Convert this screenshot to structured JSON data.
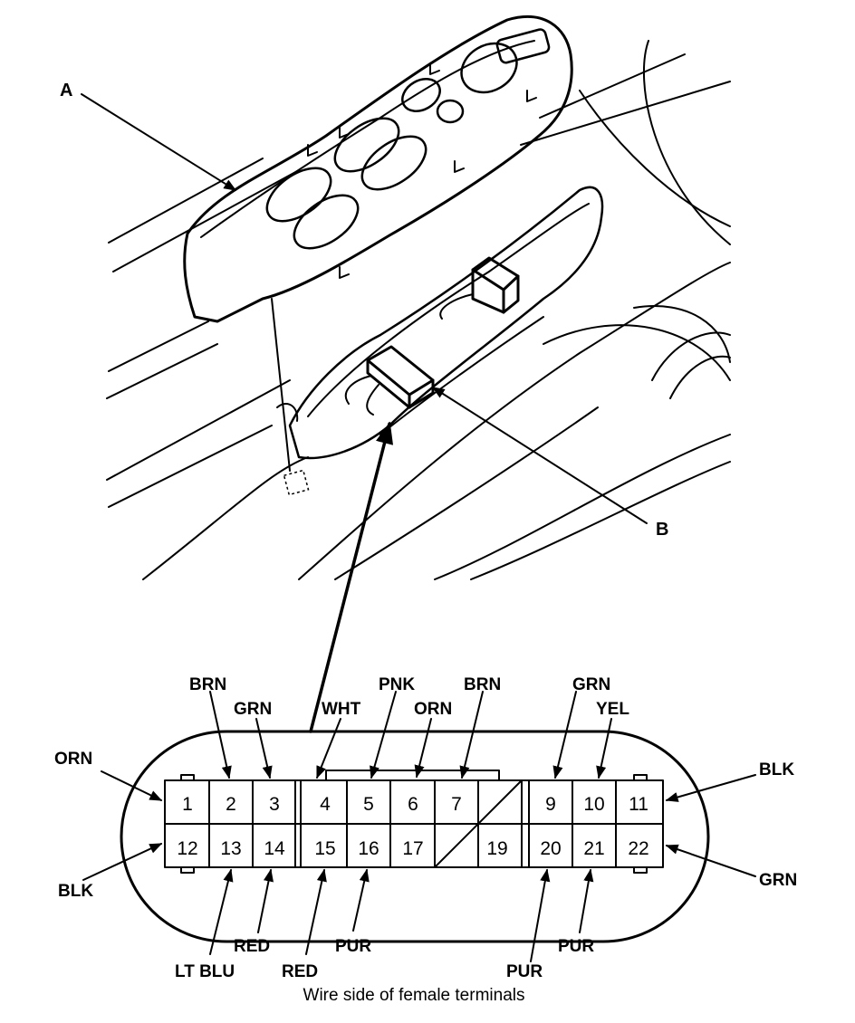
{
  "callouts": {
    "a": "A",
    "b": "B"
  },
  "connector": {
    "pins_top": [
      "1",
      "2",
      "3",
      "4",
      "5",
      "6",
      "7",
      "9",
      "10",
      "11"
    ],
    "pins_bottom": [
      "12",
      "13",
      "14",
      "15",
      "16",
      "17",
      "19",
      "20",
      "21",
      "22"
    ]
  },
  "wire_labels": {
    "orn_1": "ORN",
    "brn_2": "BRN",
    "grn_3": "GRN",
    "wht_4": "WHT",
    "pnk_5": "PNK",
    "orn_6": "ORN",
    "brn_7": "BRN",
    "grn_9": "GRN",
    "yel_10": "YEL",
    "blk_11": "BLK",
    "blk_12": "BLK",
    "ltblu_13": "LT BLU",
    "red_14": "RED",
    "red_15": "RED",
    "pur_16": "PUR",
    "pur_20": "PUR",
    "pur_21": "PUR",
    "grn_22": "GRN"
  },
  "caption": "Wire side of female terminals"
}
